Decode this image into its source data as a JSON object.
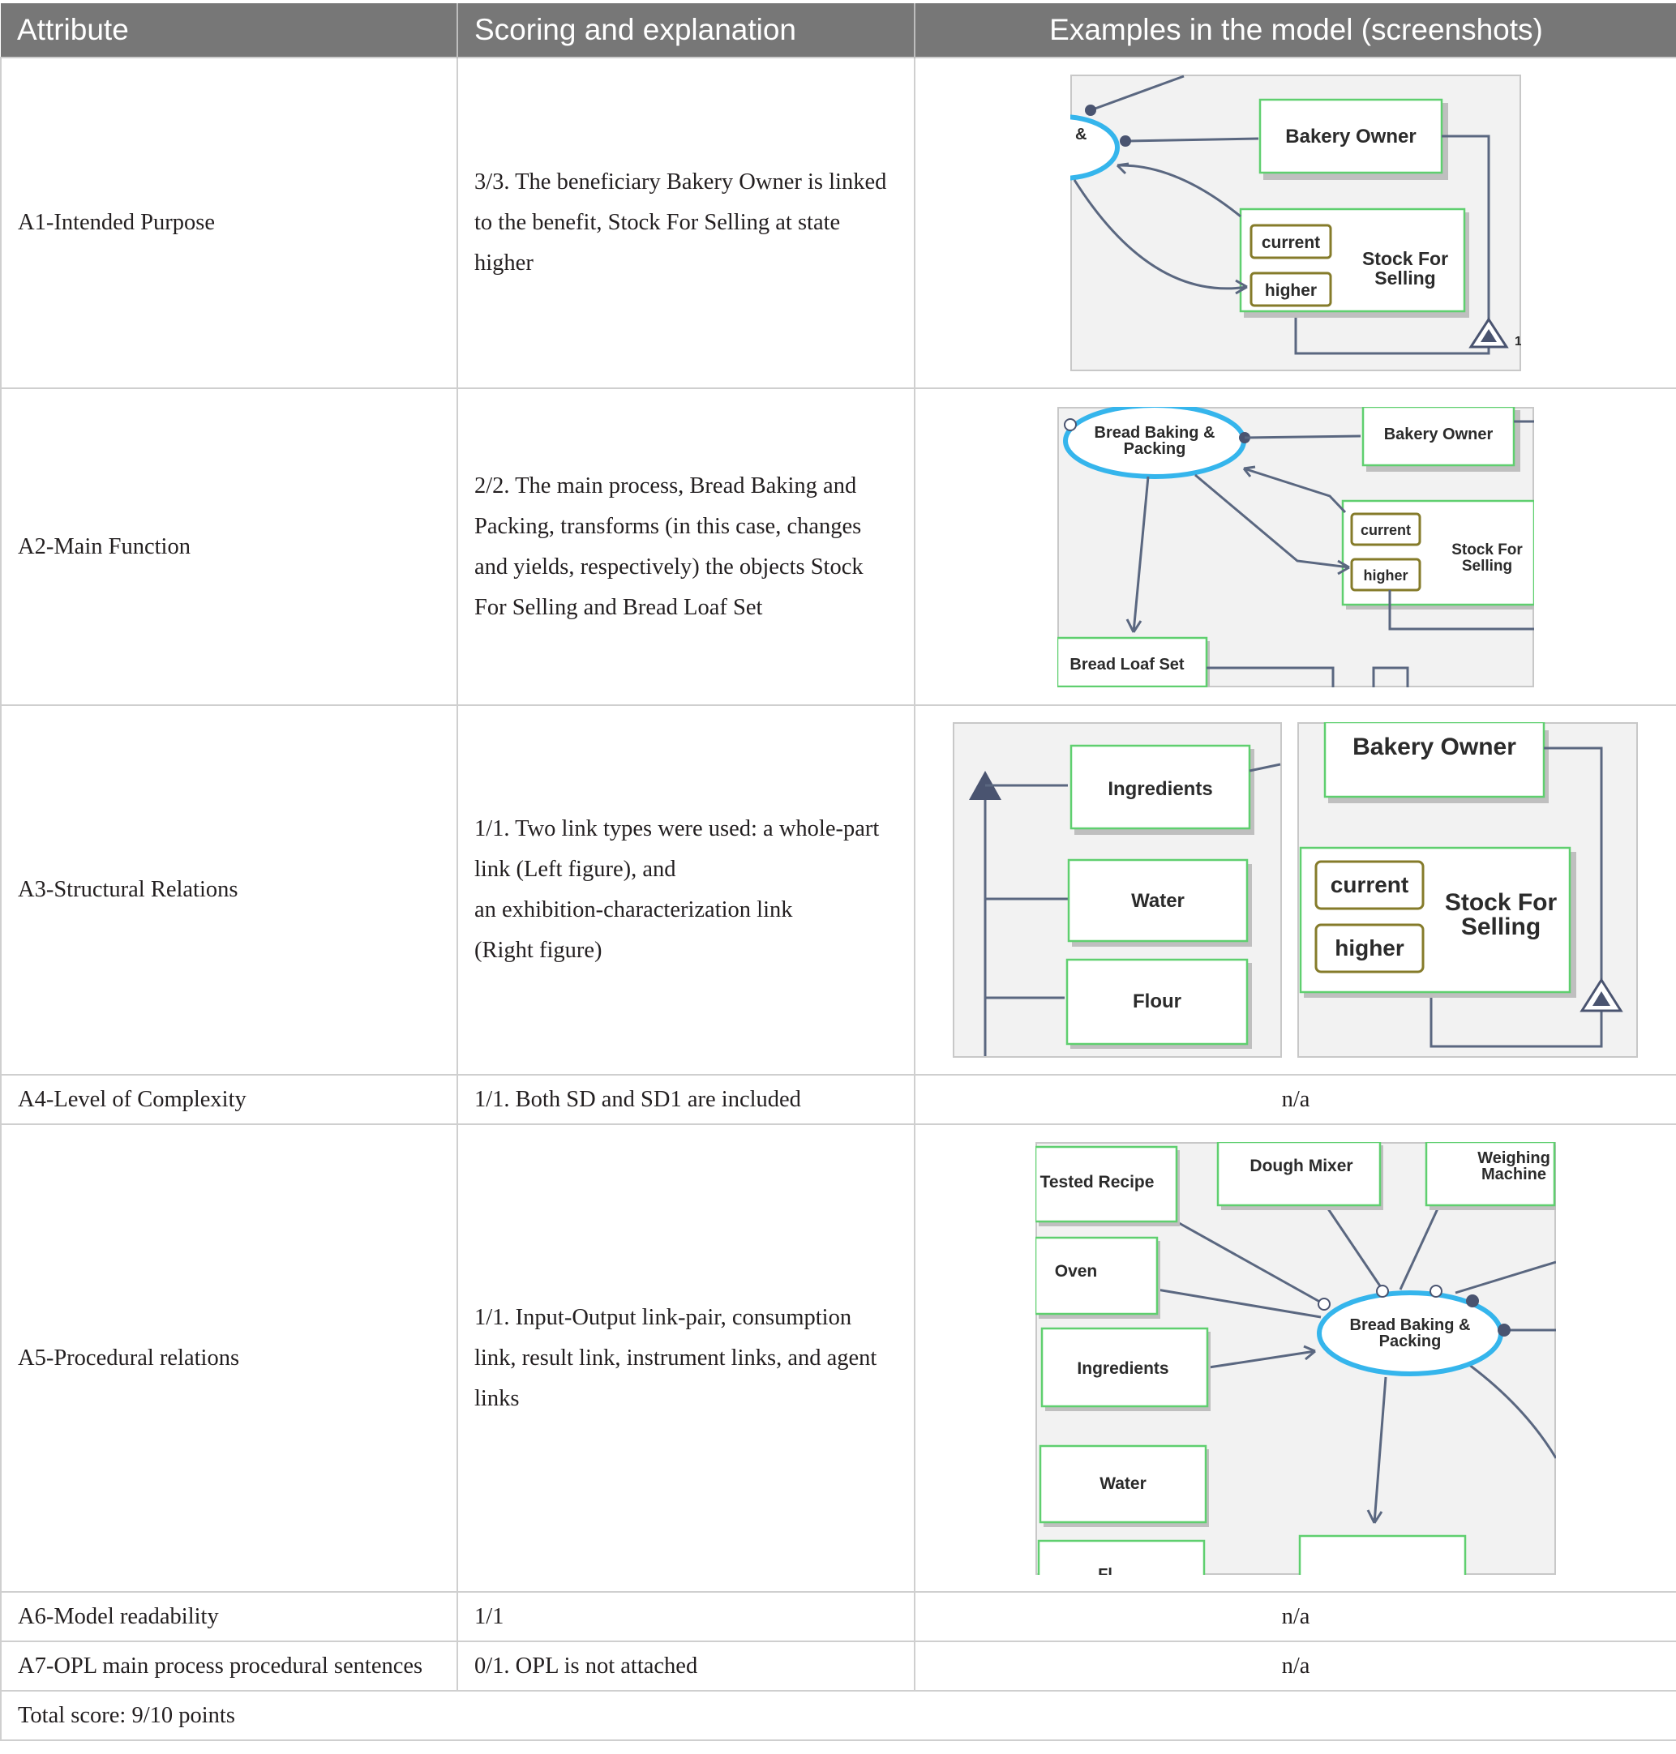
{
  "header": {
    "attribute": "Attribute",
    "scoring": "Scoring and explanation",
    "examples": "Examples in the model (screenshots)"
  },
  "rows": [
    {
      "attribute": "A1-Intended Purpose",
      "scoring": "3/3. The beneficiary Bakery Owner is linked to the benefit, Stock For Selling at state higher"
    },
    {
      "attribute": "A2-Main Function",
      "scoring": "2/2. The main process, Bread Baking and Packing, transforms (in this case, changes and yields, respectively) the objects Stock For Selling and Bread Loaf Set"
    },
    {
      "attribute": "A3-Structural Relations",
      "scoring_lines": [
        "1/1. Two link types were used: a whole-part",
        "link (Left figure), and",
        "an exhibition-characterization link",
        "(Right figure)"
      ]
    },
    {
      "attribute": "A4-Level of Complexity",
      "scoring": "1/1. Both SD and SD1 are included",
      "example": "n/a"
    },
    {
      "attribute": "A5-Procedural relations",
      "scoring": "1/1. Input-Output link-pair, consumption link, result link, instrument links, and agent links"
    },
    {
      "attribute": "A6-Model readability",
      "scoring": "1/1",
      "example": "n/a"
    },
    {
      "attribute": "A7-OPL main process procedural sentences",
      "scoring": "0/1. OPL is not attached",
      "example": "n/a"
    }
  ],
  "total": "Total score: 9/10 points",
  "diagrams": {
    "d1": {
      "amp": "&",
      "owner": "Bakery Owner",
      "current": "current",
      "higher": "higher",
      "stock1": "Stock For",
      "stock2": "Selling",
      "one": "1"
    },
    "d2": {
      "proc1": "Bread Baking &",
      "proc2": "Packing",
      "owner": "Bakery Owner",
      "current": "current",
      "higher": "higher",
      "stock1": "Stock For",
      "stock2": "Selling",
      "loaf": "Bread Loaf Set"
    },
    "d3": {
      "ingredients": "Ingredients",
      "water": "Water",
      "flour": "Flour",
      "owner": "Bakery Owner",
      "current": "current",
      "higher": "higher",
      "stock1": "Stock For",
      "stock2": "Selling"
    },
    "d5": {
      "recipe": "Tested Recipe",
      "mixer": "Dough Mixer",
      "weigh1": "Weighing",
      "weigh2": "Machine",
      "oven": "Oven",
      "proc1": "Bread Baking &",
      "proc2": "Packing",
      "ingredients": "Ingredients",
      "water": "Water",
      "flour": "Fl"
    }
  }
}
